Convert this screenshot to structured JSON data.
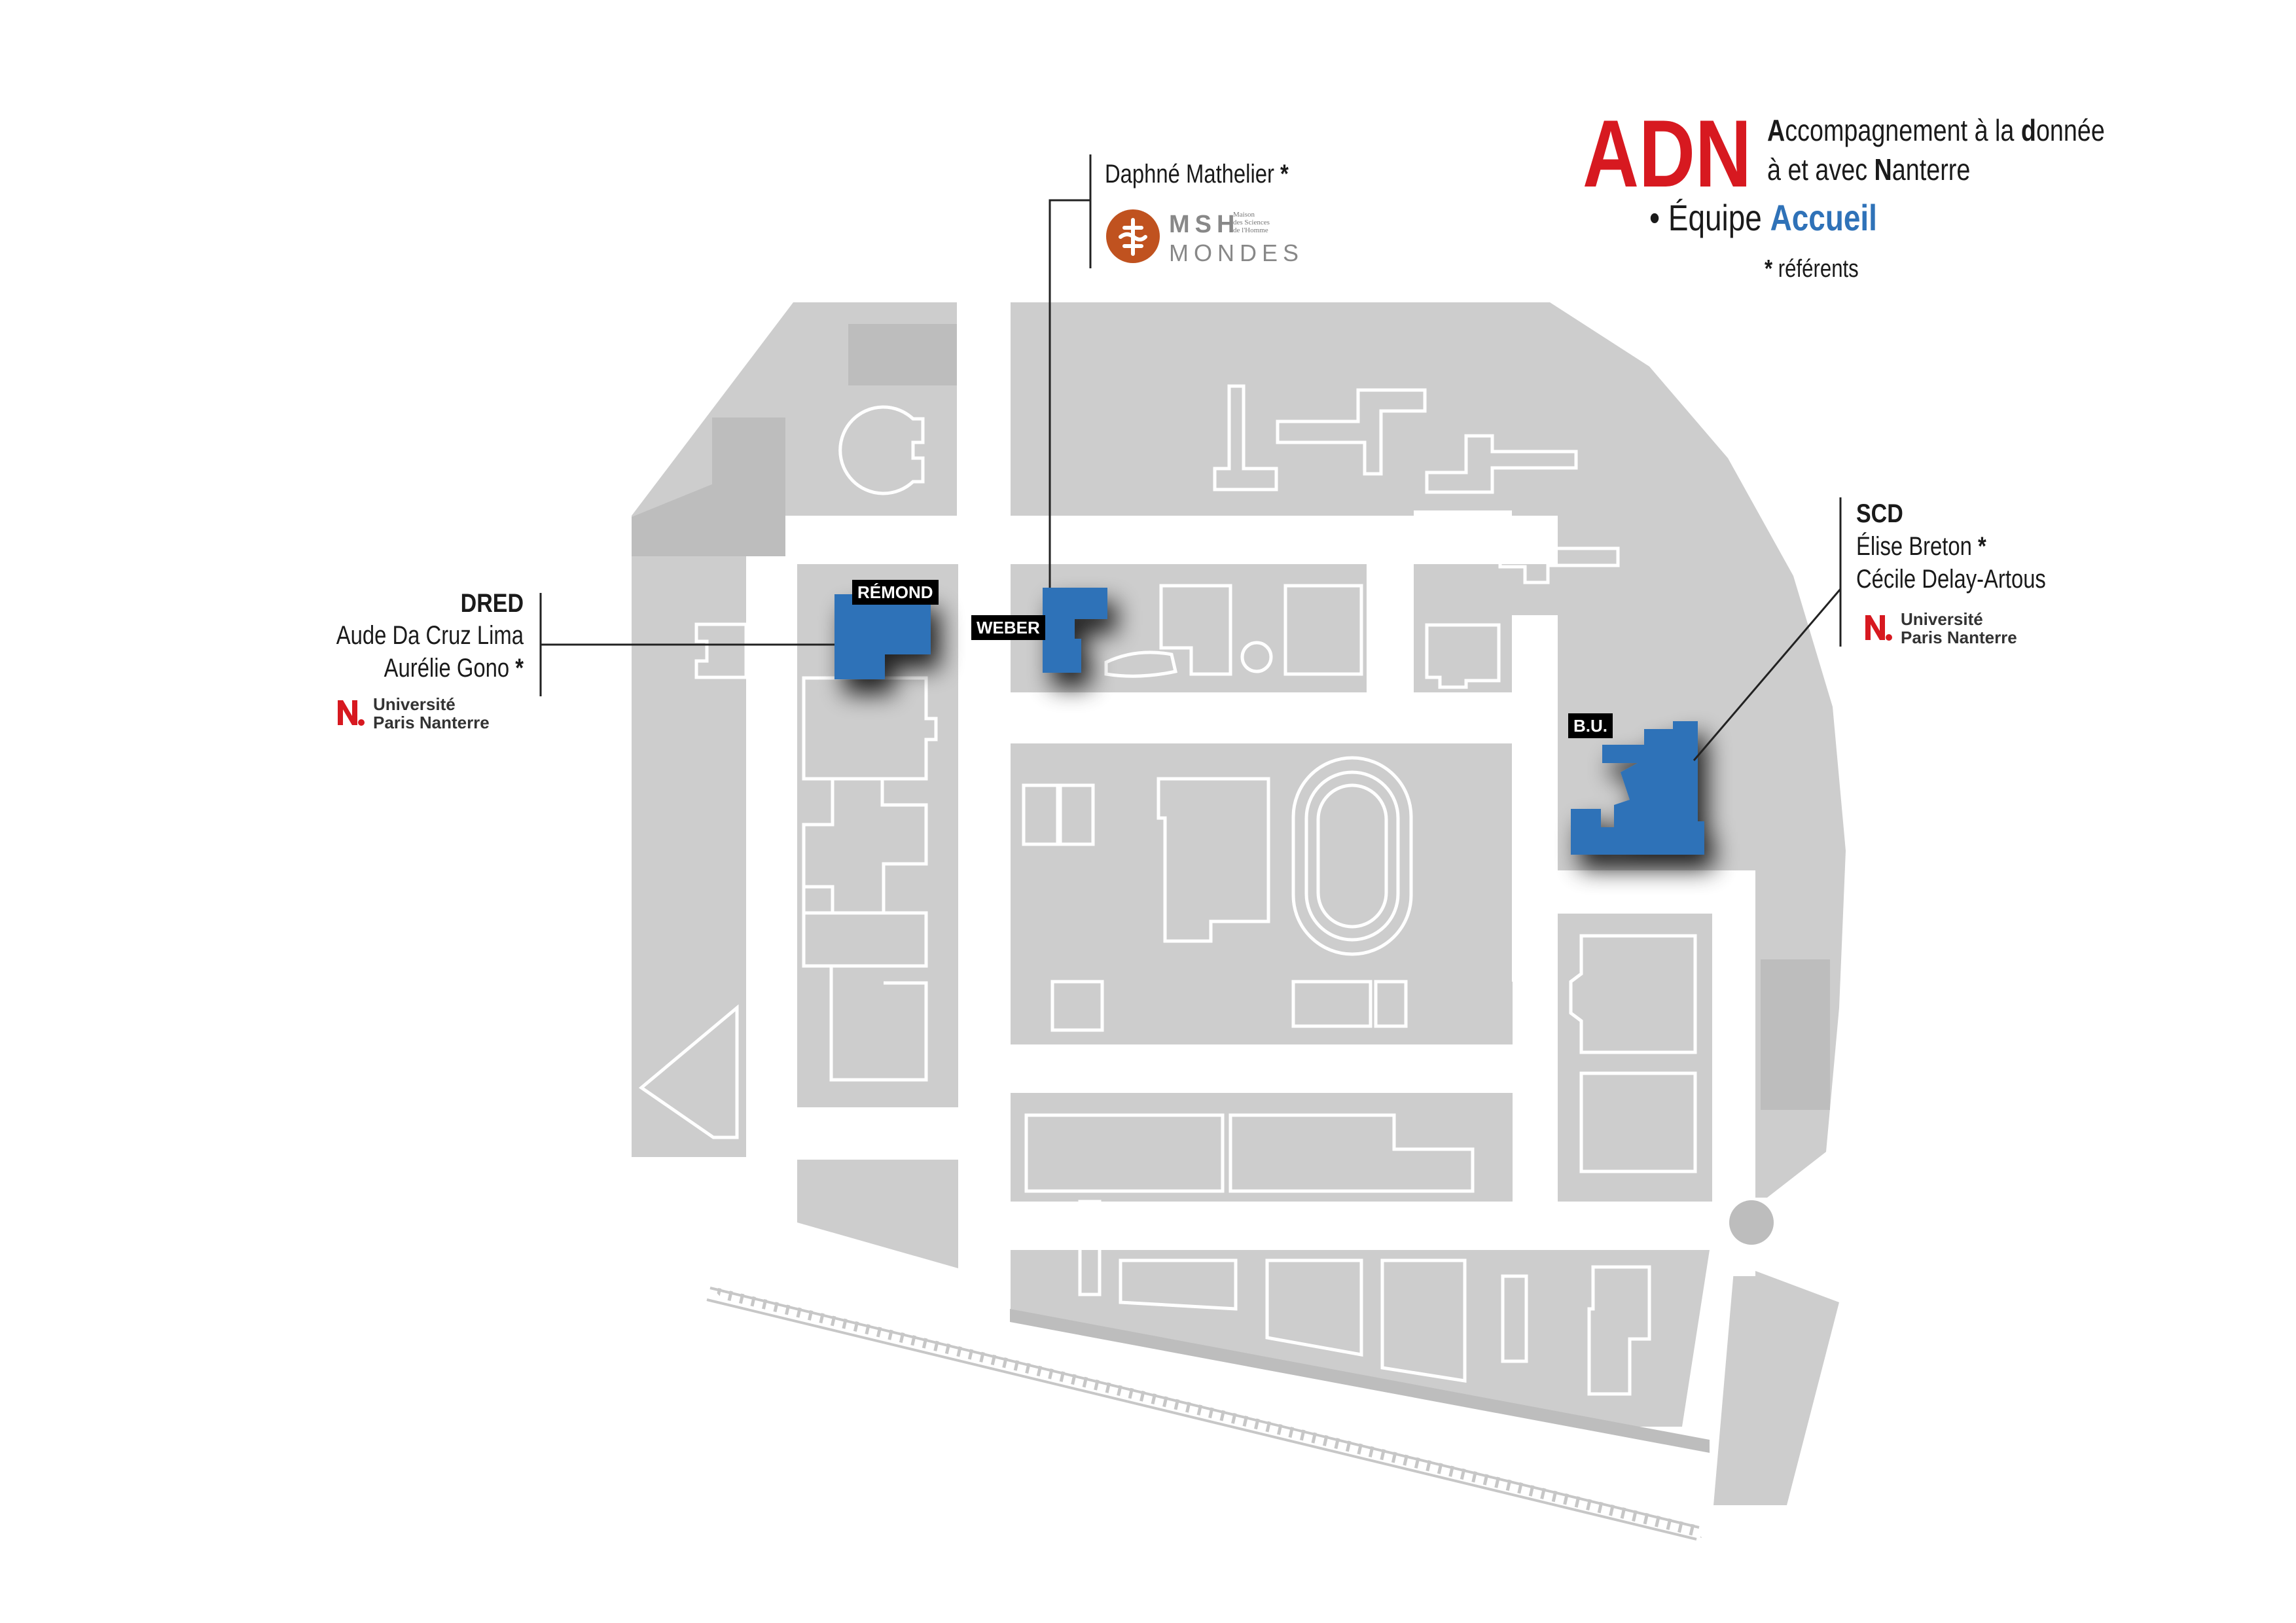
{
  "legend": {
    "acronym": "ADN",
    "line1": [
      {
        "b": "A",
        "r": "ccompagnement à la "
      },
      {
        "b": "d",
        "r": "onnée"
      }
    ],
    "line2": [
      {
        "b": "",
        "r": "à et avec "
      },
      {
        "b": "N",
        "r": "anterre"
      }
    ],
    "team_prefix": "• Équipe ",
    "team_name": "Accueil",
    "note_star": "*",
    "note_text": " référents"
  },
  "buildings": {
    "remond": "RÉMOND",
    "weber": "WEBER",
    "bu": "B.U."
  },
  "dred": {
    "title": "DRED",
    "person1": "Aude Da Cruz Lima",
    "person2": "Aurélie Gono",
    "star": "*",
    "logo_line1": "Université",
    "logo_line2": "Paris Nanterre"
  },
  "msh": {
    "person": "Daphné Mathelier",
    "star": "*",
    "logo_msh": "MSH",
    "logo_mondes": "MONDES",
    "logo_small1": "Maison",
    "logo_small2": "des Sciences",
    "logo_small3": "de l'Homme"
  },
  "scd": {
    "title": "SCD",
    "person1": "Élise Breton",
    "star": "*",
    "person2": "Cécile Delay-Artous",
    "logo_line1": "Université",
    "logo_line2": "Paris Nanterre"
  },
  "colors": {
    "accent_red": "#d71920",
    "accent_blue": "#2f72b8",
    "block_grey": "#cdcdcd",
    "dark_grey": "#b9b9b9",
    "msh_orange": "#c0521f"
  }
}
